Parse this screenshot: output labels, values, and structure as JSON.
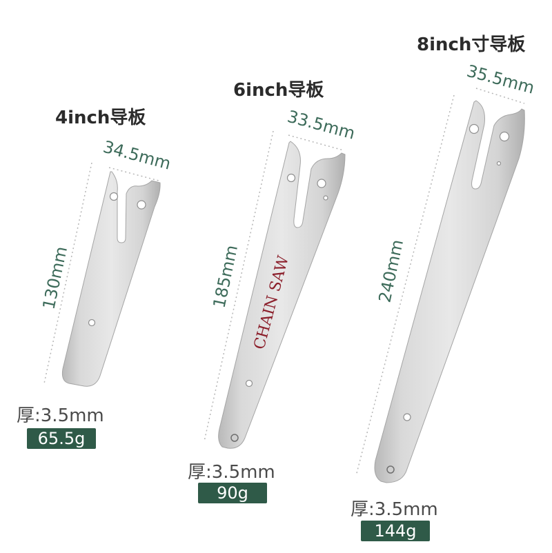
{
  "accent_color": "#2f5a48",
  "bars": [
    {
      "title": "4inch导板",
      "width": "34.5mm",
      "length": "130mm",
      "thickness": "厚:3.5mm",
      "weight": "65.5g"
    },
    {
      "title": "6inch导板",
      "width": "33.5mm",
      "length": "185mm",
      "thickness": "厚:3.5mm",
      "weight": "90g",
      "logo": "CHAIN SAW"
    },
    {
      "title": "8inch寸导板",
      "width": "35.5mm",
      "length": "240mm",
      "thickness": "厚:3.5mm",
      "weight": "144g"
    }
  ]
}
